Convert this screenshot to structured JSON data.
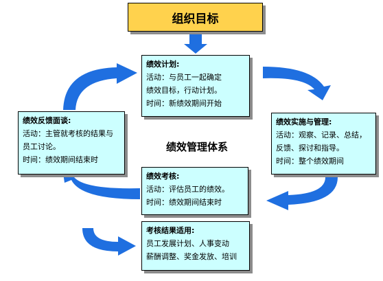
{
  "goal": "组织目标",
  "center": "绩效管理体系",
  "plan": {
    "title": "绩效计划:",
    "lines": [
      "活动：与员工一起确定",
      "绩效目标，行动计划。",
      "时间：新绩效期间开始"
    ]
  },
  "implement": {
    "title": "绩效实施与管理:",
    "lines": [
      "活动：观察、记录、总结，",
      "反馈、探讨和指导。",
      "时间：整个绩效期间"
    ]
  },
  "assess": {
    "title": "绩效考核:",
    "lines": [
      "活动：评估员工的绩效。",
      "时间：绩效期间结束时"
    ]
  },
  "feedback": {
    "title": "绩效反馈面谈:",
    "lines": [
      "活动：主管就考核的结果与",
      "员工讨论。",
      "时间：绩效期间结束时"
    ]
  },
  "apply": {
    "title": "考核结果适用:",
    "lines": [
      "员工发展计划、人事变动",
      "薪酬调整、奖金发放、培训"
    ]
  },
  "colors": {
    "box_fill": "#ccffff",
    "goal_fill": "#ffd24d",
    "arrow": "#1f6fe0"
  }
}
